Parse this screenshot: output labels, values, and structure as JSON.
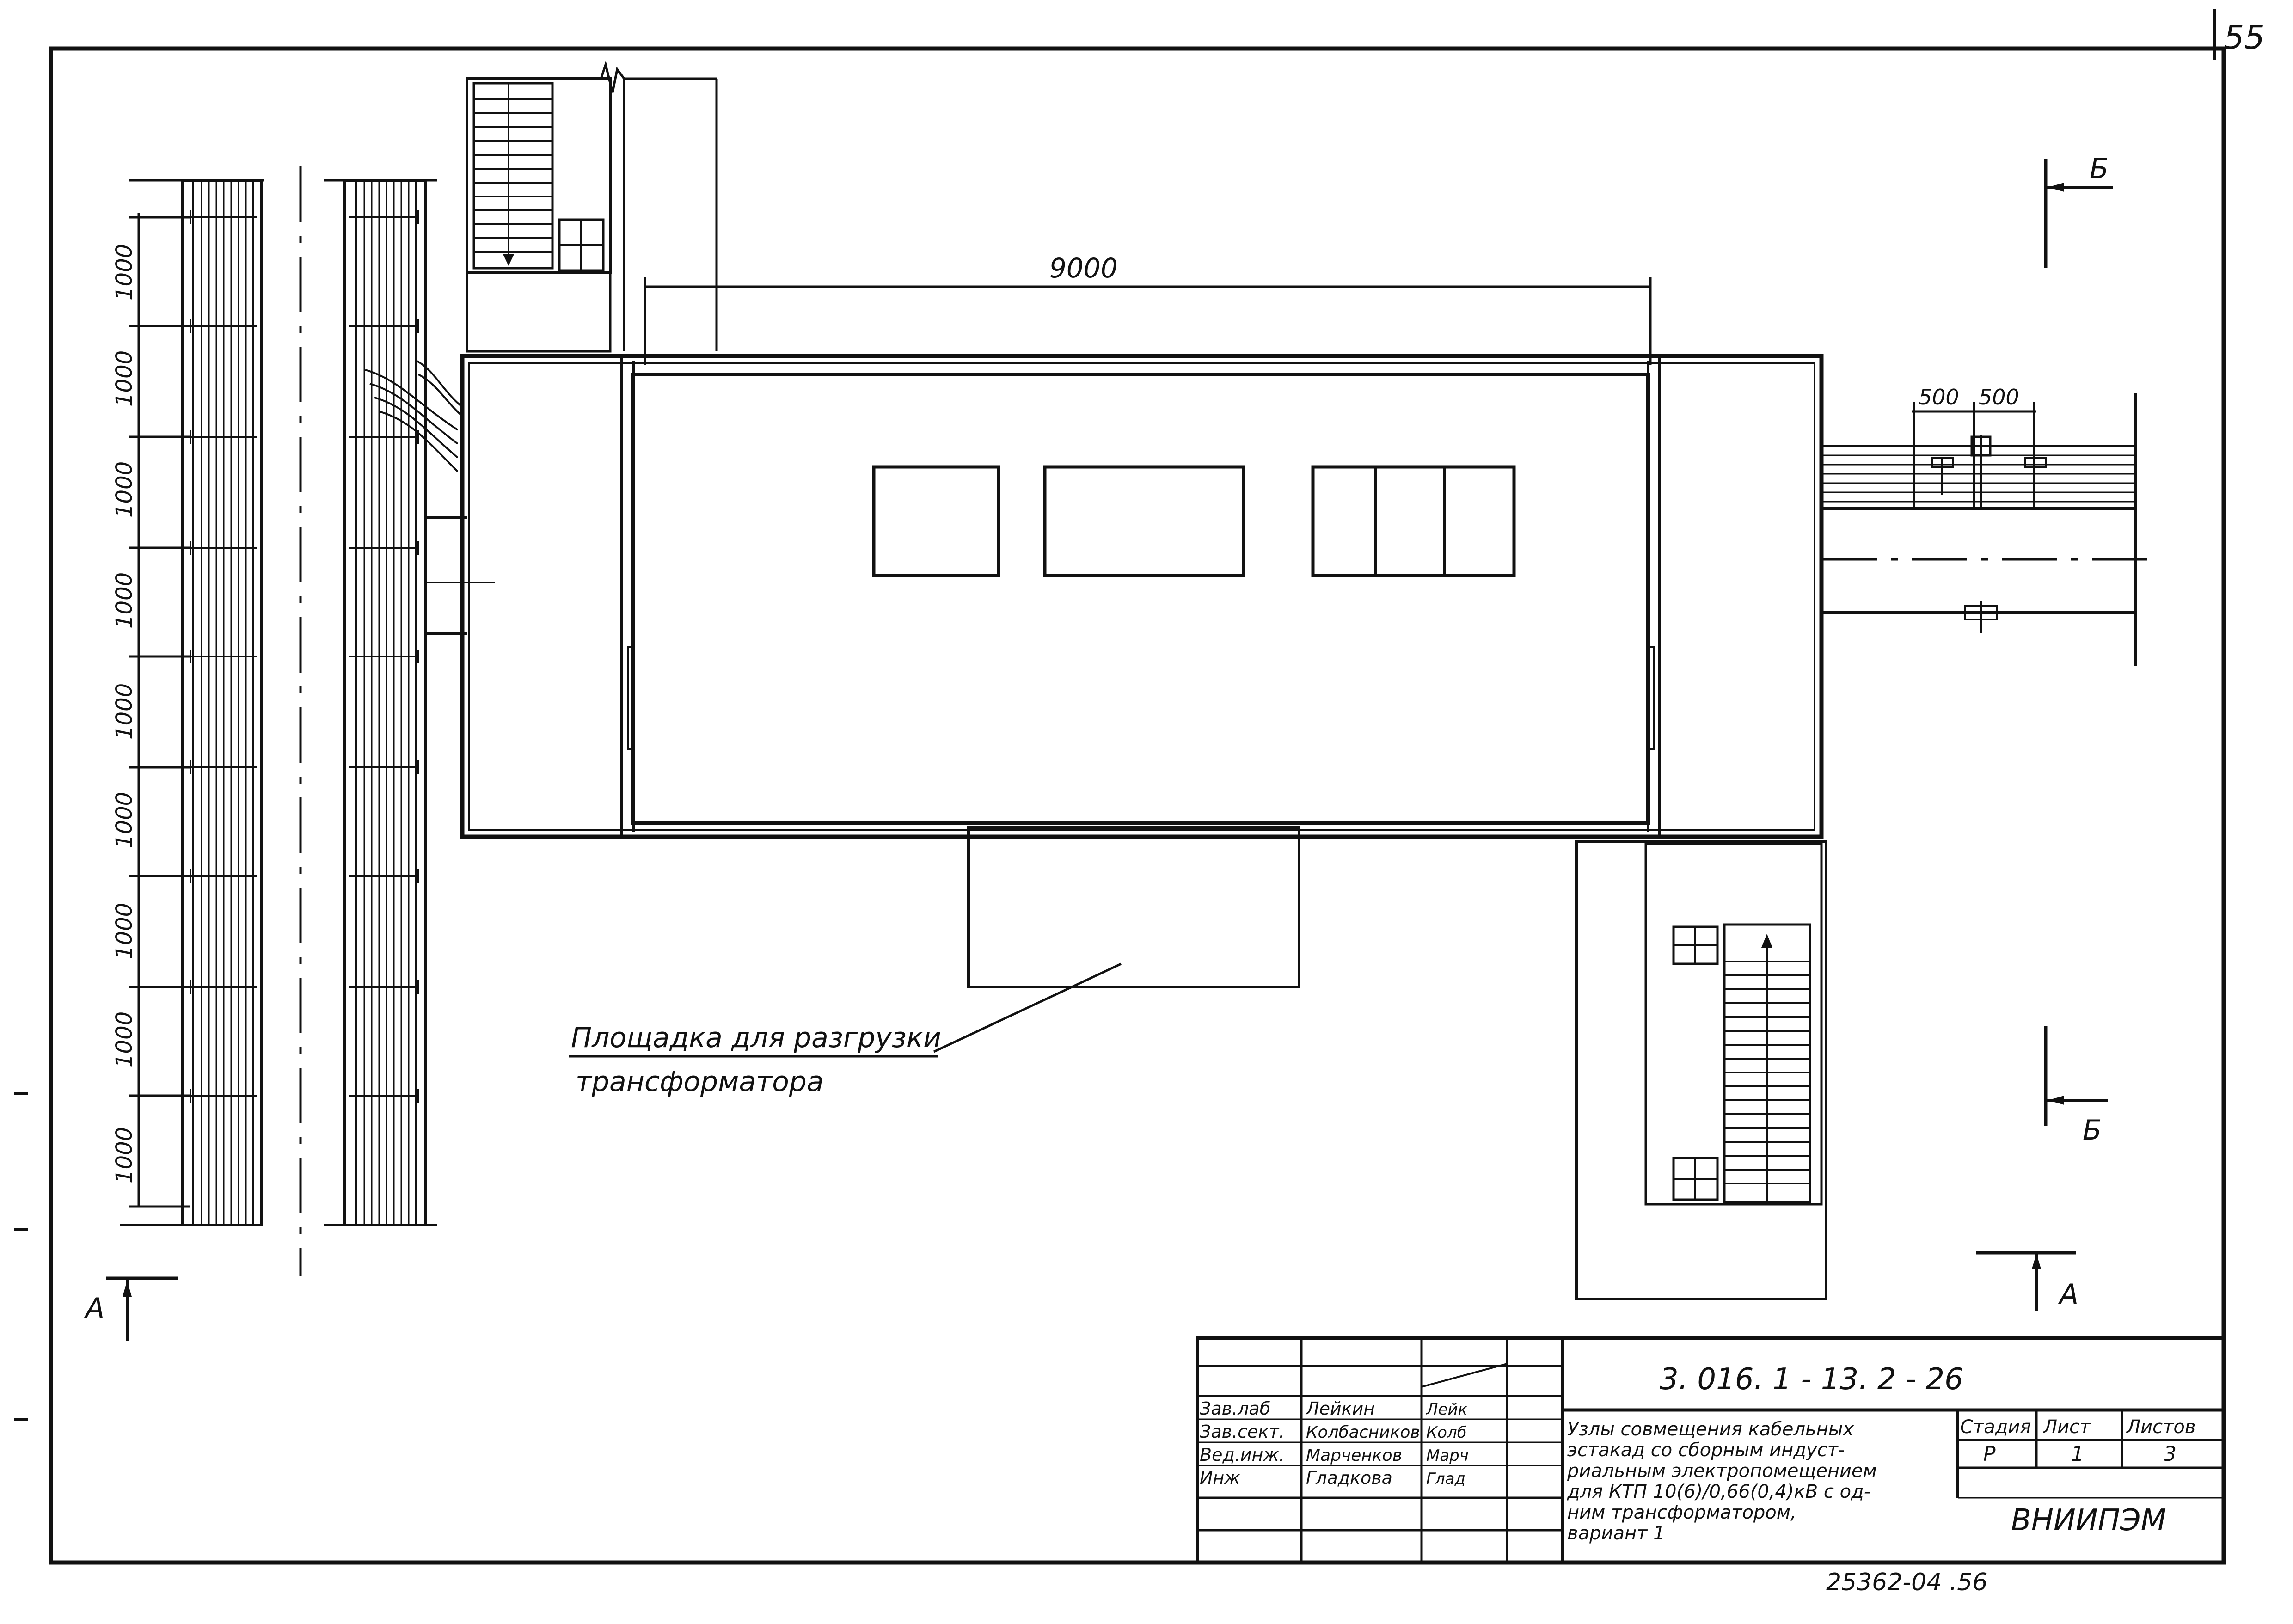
{
  "page_number": "55",
  "dimensions": {
    "span_main": "9000",
    "span_left": "500",
    "span_right": "500",
    "pitch_labels": [
      "1000",
      "1000",
      "1000",
      "1000",
      "1000",
      "1000",
      "1000",
      "1000",
      "1000"
    ]
  },
  "section_marks": {
    "a_left": "А",
    "a_right": "А",
    "b_top": "Б",
    "b_bottom": "Б"
  },
  "callout": {
    "line1": "Площадка для разгрузки",
    "line2": "трансформатора"
  },
  "title_block": {
    "doc_code": "3. 016. 1 - 13. 2 - 26",
    "roles": [
      "Зав.лаб",
      "Зав.сект.",
      "Вед.инж.",
      "Инж"
    ],
    "names": [
      "Лейкин",
      "Колбасников",
      "Марченков",
      "Гладкова"
    ],
    "signatures": [
      "Лейк",
      "Колб",
      "Марч",
      "Глад"
    ],
    "title_lines": [
      "Узлы совмещения кабельных",
      "эстакад со сборным индуст-",
      "риальным электропомещением",
      "для КТП 10(6)/0,66(0,4)кВ с од-",
      "ним трансформатором,",
      "вариант 1"
    ],
    "col_headers": [
      "Стадия",
      "Лист",
      "Листов"
    ],
    "col_values": [
      "Р",
      "1",
      "3"
    ],
    "org": "ВНИИПЭМ"
  },
  "footer_code": "25362-04   .56"
}
